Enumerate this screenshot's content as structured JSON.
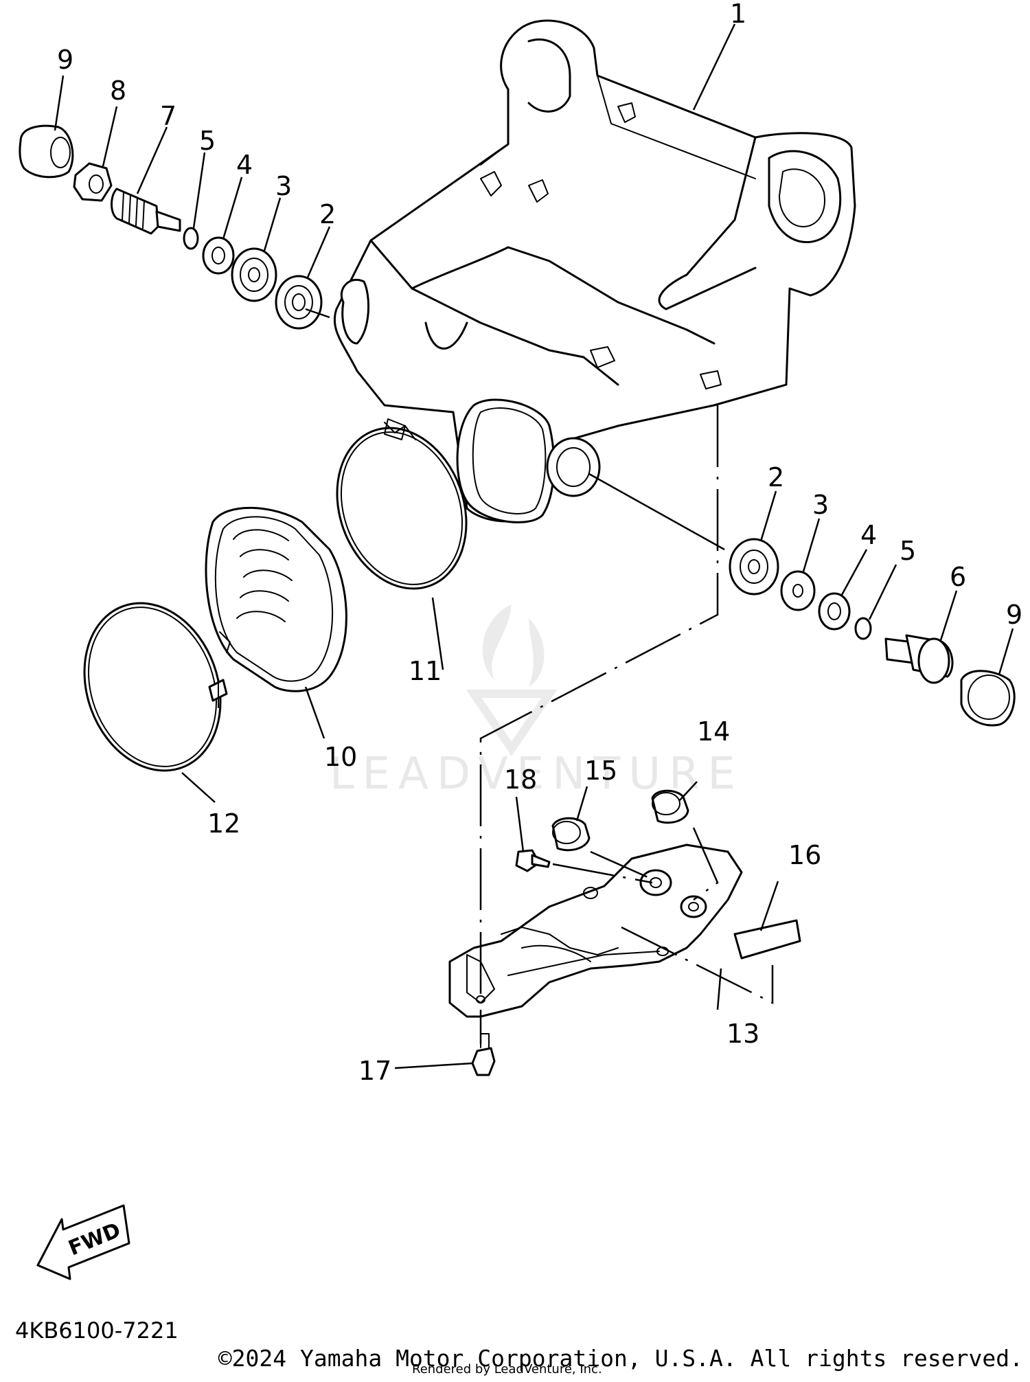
{
  "diagram": {
    "callouts": {
      "c1": "1",
      "c2a": "2",
      "c3a": "3",
      "c4a": "4",
      "c5a": "5",
      "c7": "7",
      "c8": "8",
      "c9a": "9",
      "c2b": "2",
      "c3b": "3",
      "c4b": "4",
      "c5b": "5",
      "c6": "6",
      "c9b": "9",
      "c10": "10",
      "c11": "11",
      "c12": "12",
      "c13": "13",
      "c14": "14",
      "c15": "15",
      "c16": "16",
      "c17": "17",
      "c18": "18"
    },
    "fwd_label": "FWD",
    "watermark": "LEADVENTURE",
    "part_code": "4KB6100-7221"
  },
  "footer": {
    "copyright": "©2024 Yamaha Motor Corporation, U.S.A. All rights reserved.",
    "rendered_by": "Rendered by LeadVenture, Inc."
  }
}
